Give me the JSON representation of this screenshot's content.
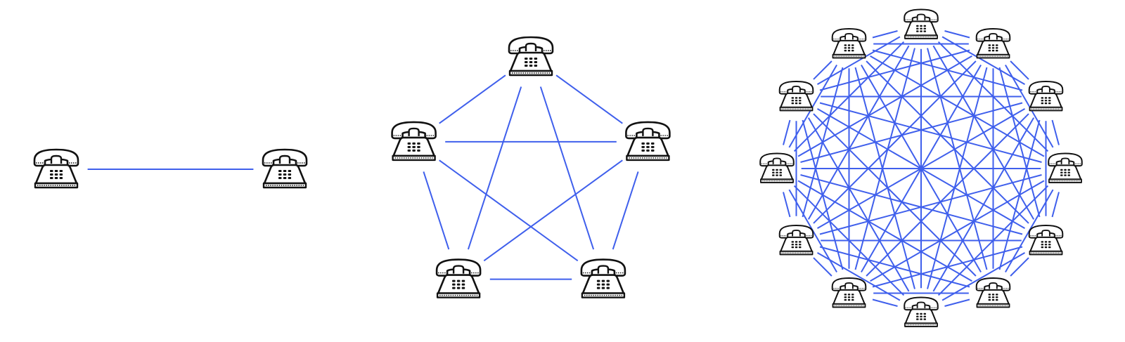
{
  "colors": {
    "edge": "#3f5fec",
    "icon_outline": "#111111",
    "icon_fill": "#ffffff",
    "background": "#ffffff"
  },
  "icon": "rotary-telephone-icon",
  "networks": [
    {
      "id": "network-2",
      "nodes": 2,
      "connections": 1
    },
    {
      "id": "network-5",
      "nodes": 5,
      "connections": 10
    },
    {
      "id": "network-12",
      "nodes": 12,
      "connections": 66
    }
  ]
}
